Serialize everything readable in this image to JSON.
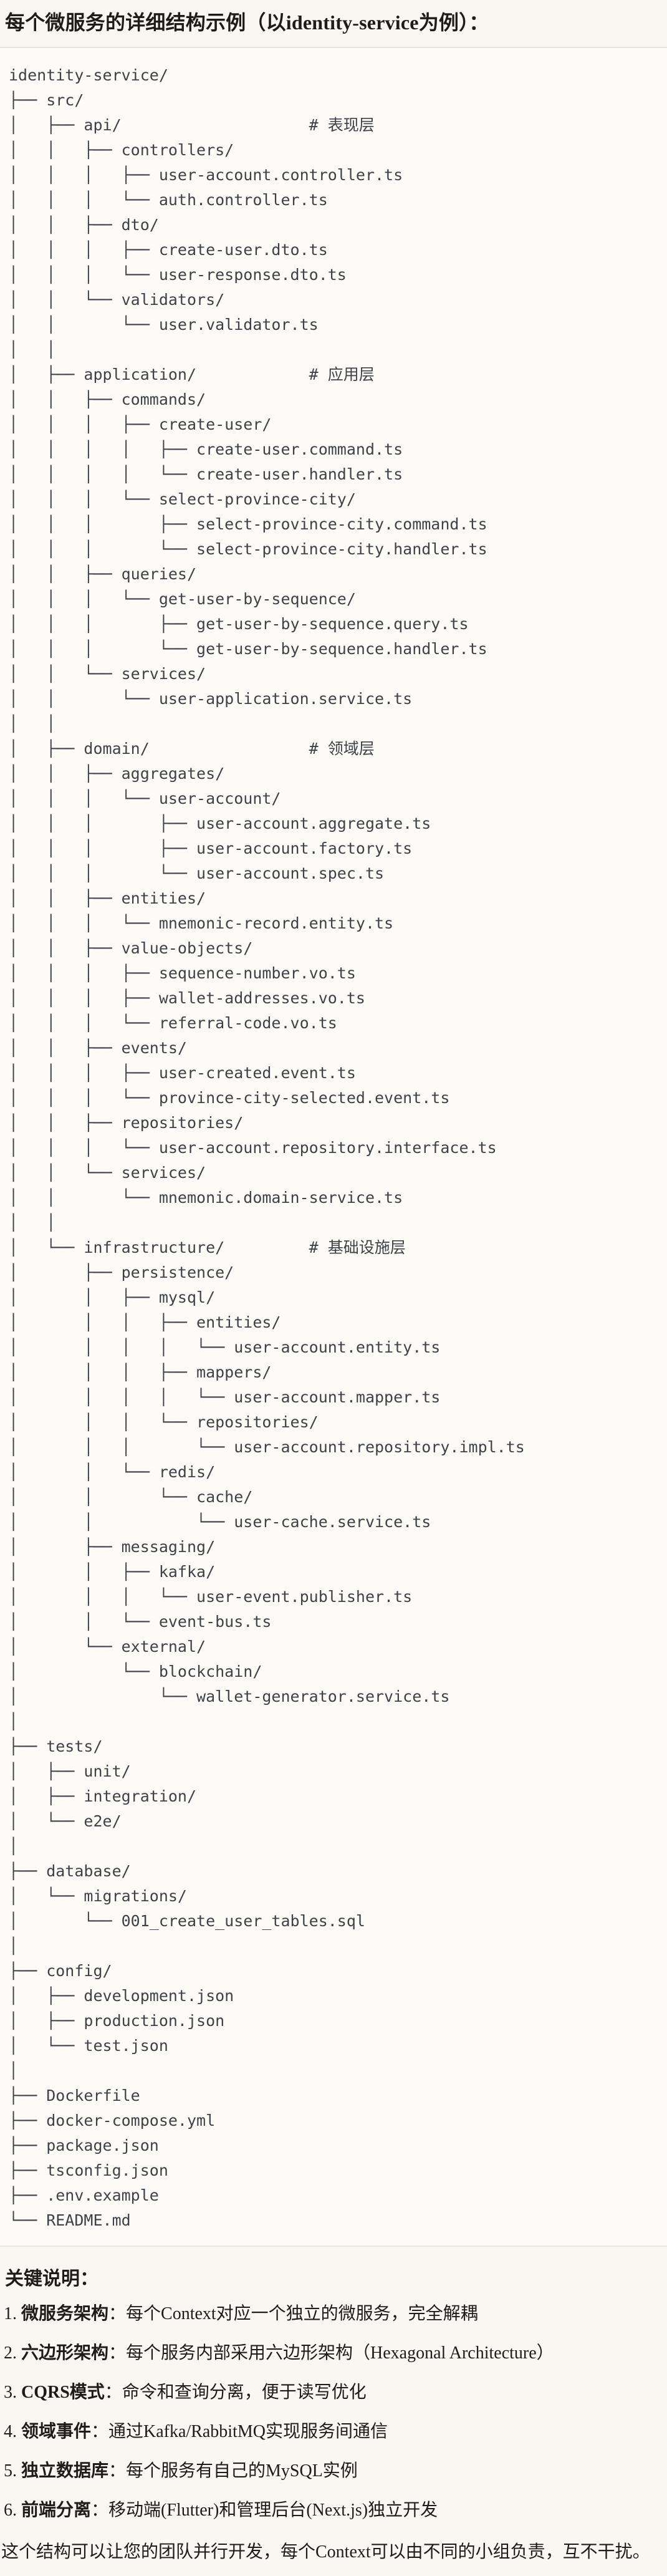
{
  "colors": {
    "page_bg": "#f9f7f2",
    "code_bg": "#fcfbf8",
    "code_border": "#e8e5df",
    "tree_text": "#3e4247",
    "body_text": "#1d1c19"
  },
  "page": {
    "title": "每个微服务的详细结构示例（以identity-service为例）："
  },
  "tree": {
    "lines": [
      "identity-service/",
      "├── src/",
      "│   ├── api/                    # 表现层",
      "│   │   ├── controllers/",
      "│   │   │   ├── user-account.controller.ts",
      "│   │   │   └── auth.controller.ts",
      "│   │   ├── dto/",
      "│   │   │   ├── create-user.dto.ts",
      "│   │   │   └── user-response.dto.ts",
      "│   │   └── validators/",
      "│   │       └── user.validator.ts",
      "│   │",
      "│   ├── application/            # 应用层",
      "│   │   ├── commands/",
      "│   │   │   ├── create-user/",
      "│   │   │   │   ├── create-user.command.ts",
      "│   │   │   │   └── create-user.handler.ts",
      "│   │   │   └── select-province-city/",
      "│   │   │       ├── select-province-city.command.ts",
      "│   │   │       └── select-province-city.handler.ts",
      "│   │   ├── queries/",
      "│   │   │   └── get-user-by-sequence/",
      "│   │   │       ├── get-user-by-sequence.query.ts",
      "│   │   │       └── get-user-by-sequence.handler.ts",
      "│   │   └── services/",
      "│   │       └── user-application.service.ts",
      "│   │",
      "│   ├── domain/                 # 领域层",
      "│   │   ├── aggregates/",
      "│   │   │   └── user-account/",
      "│   │   │       ├── user-account.aggregate.ts",
      "│   │   │       ├── user-account.factory.ts",
      "│   │   │       └── user-account.spec.ts",
      "│   │   ├── entities/",
      "│   │   │   └── mnemonic-record.entity.ts",
      "│   │   ├── value-objects/",
      "│   │   │   ├── sequence-number.vo.ts",
      "│   │   │   ├── wallet-addresses.vo.ts",
      "│   │   │   └── referral-code.vo.ts",
      "│   │   ├── events/",
      "│   │   │   ├── user-created.event.ts",
      "│   │   │   └── province-city-selected.event.ts",
      "│   │   ├── repositories/",
      "│   │   │   └── user-account.repository.interface.ts",
      "│   │   └── services/",
      "│   │       └── mnemonic.domain-service.ts",
      "│   │",
      "│   └── infrastructure/         # 基础设施层",
      "│       ├── persistence/",
      "│       │   ├── mysql/",
      "│       │   │   ├── entities/",
      "│       │   │   │   └── user-account.entity.ts",
      "│       │   │   ├── mappers/",
      "│       │   │   │   └── user-account.mapper.ts",
      "│       │   │   └── repositories/",
      "│       │   │       └── user-account.repository.impl.ts",
      "│       │   └── redis/",
      "│       │       └── cache/",
      "│       │           └── user-cache.service.ts",
      "│       ├── messaging/",
      "│       │   ├── kafka/",
      "│       │   │   └── user-event.publisher.ts",
      "│       │   └── event-bus.ts",
      "│       └── external/",
      "│           └── blockchain/",
      "│               └── wallet-generator.service.ts",
      "│",
      "├── tests/",
      "│   ├── unit/",
      "│   ├── integration/",
      "│   └── e2e/",
      "│",
      "├── database/",
      "│   └── migrations/",
      "│       └── 001_create_user_tables.sql",
      "│",
      "├── config/",
      "│   ├── development.json",
      "│   ├── production.json",
      "│   └── test.json",
      "│",
      "├── Dockerfile",
      "├── docker-compose.yml",
      "├── package.json",
      "├── tsconfig.json",
      "├── .env.example",
      "└── README.md"
    ]
  },
  "notes": {
    "heading": "关键说明：",
    "items": [
      {
        "num": "1.",
        "label": "微服务架构",
        "desc": "：每个Context对应一个独立的微服务，完全解耦"
      },
      {
        "num": "2.",
        "label": "六边形架构",
        "desc": "：每个服务内部采用六边形架构（Hexagonal Architecture）"
      },
      {
        "num": "3.",
        "label": "CQRS模式",
        "desc": "：命令和查询分离，便于读写优化"
      },
      {
        "num": "4.",
        "label": "领域事件",
        "desc": "：通过Kafka/RabbitMQ实现服务间通信"
      },
      {
        "num": "5.",
        "label": "独立数据库",
        "desc": "：每个服务有自己的MySQL实例"
      },
      {
        "num": "6.",
        "label": "前端分离",
        "desc": "：移动端(Flutter)和管理后台(Next.js)独立开发"
      }
    ],
    "footer": "这个结构可以让您的团队并行开发，每个Context可以由不同的小组负责，互不干扰。"
  }
}
